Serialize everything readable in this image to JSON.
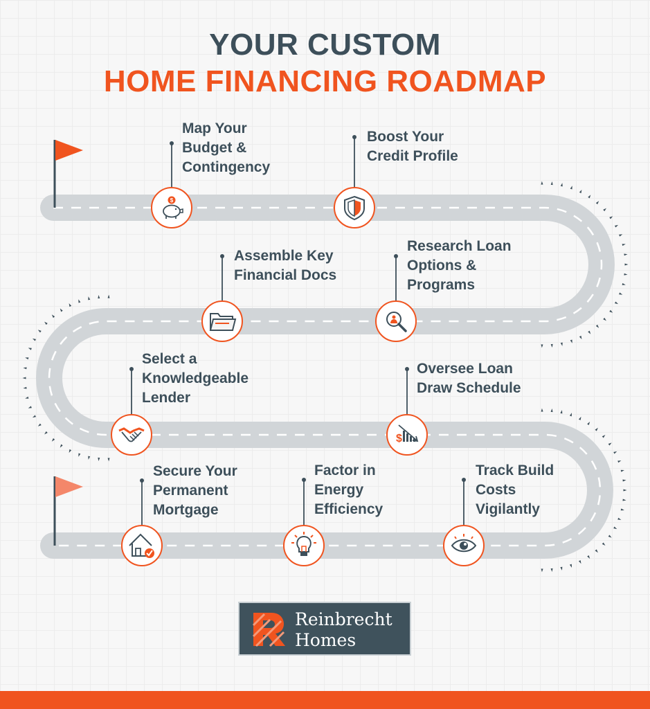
{
  "title": {
    "line1": "YOUR CUSTOM",
    "line2": "HOME FINANCING ROADMAP"
  },
  "colors": {
    "accent": "#f0541f",
    "dark": "#3d4f5a",
    "road": "#d1d5d8",
    "start_flag": "#f0541f",
    "end_flag": "#f4876a"
  },
  "steps": [
    {
      "label": "Map Your\nBudget &\nContingency",
      "icon": "piggy-bank-icon"
    },
    {
      "label": "Boost Your\nCredit Profile",
      "icon": "shield-icon"
    },
    {
      "label": "Research Loan\nOptions &\nPrograms",
      "icon": "magnifier-money-icon"
    },
    {
      "label": "Assemble Key\nFinancial Docs",
      "icon": "folder-icon"
    },
    {
      "label": "Select a\nKnowledgeable\nLender",
      "icon": "handshake-icon"
    },
    {
      "label": "Oversee Loan\nDraw Schedule",
      "icon": "declining-chart-icon"
    },
    {
      "label": "Track Build\nCosts\nVigilantly",
      "icon": "eye-icon"
    },
    {
      "label": "Factor in\nEnergy\nEfficiency",
      "icon": "lightbulb-icon"
    },
    {
      "label": "Secure Your\nPermanent\nMortgage",
      "icon": "house-check-icon"
    }
  ],
  "logo": {
    "line1": "Reinbrecht",
    "line2": "Homes"
  }
}
